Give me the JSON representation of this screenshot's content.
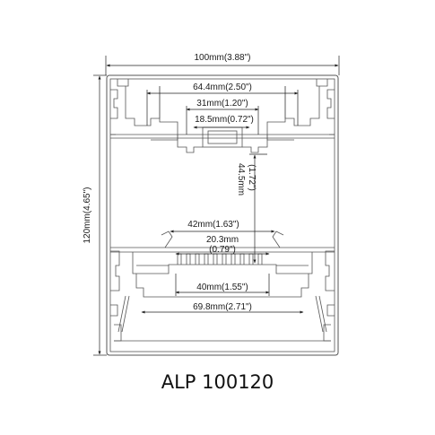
{
  "title": "ALP 100120",
  "dimensions": {
    "width": "100mm(3.88\")",
    "height": "120mm(4.65\")",
    "top_outer": "64.4mm(2.50\")",
    "top_mid": "31mm(1.20\")",
    "top_inner": "18.5mm(0.72\")",
    "depth_a": "44.5mm",
    "depth_b": "(1.72\")",
    "lower_outer": "42mm(1.63\")",
    "lower_mid_a": "20.3mm",
    "lower_mid_b": "(0.79\")",
    "fins": "40mm(1.55\")",
    "bottom_outer": "69.8mm(2.71\")"
  }
}
